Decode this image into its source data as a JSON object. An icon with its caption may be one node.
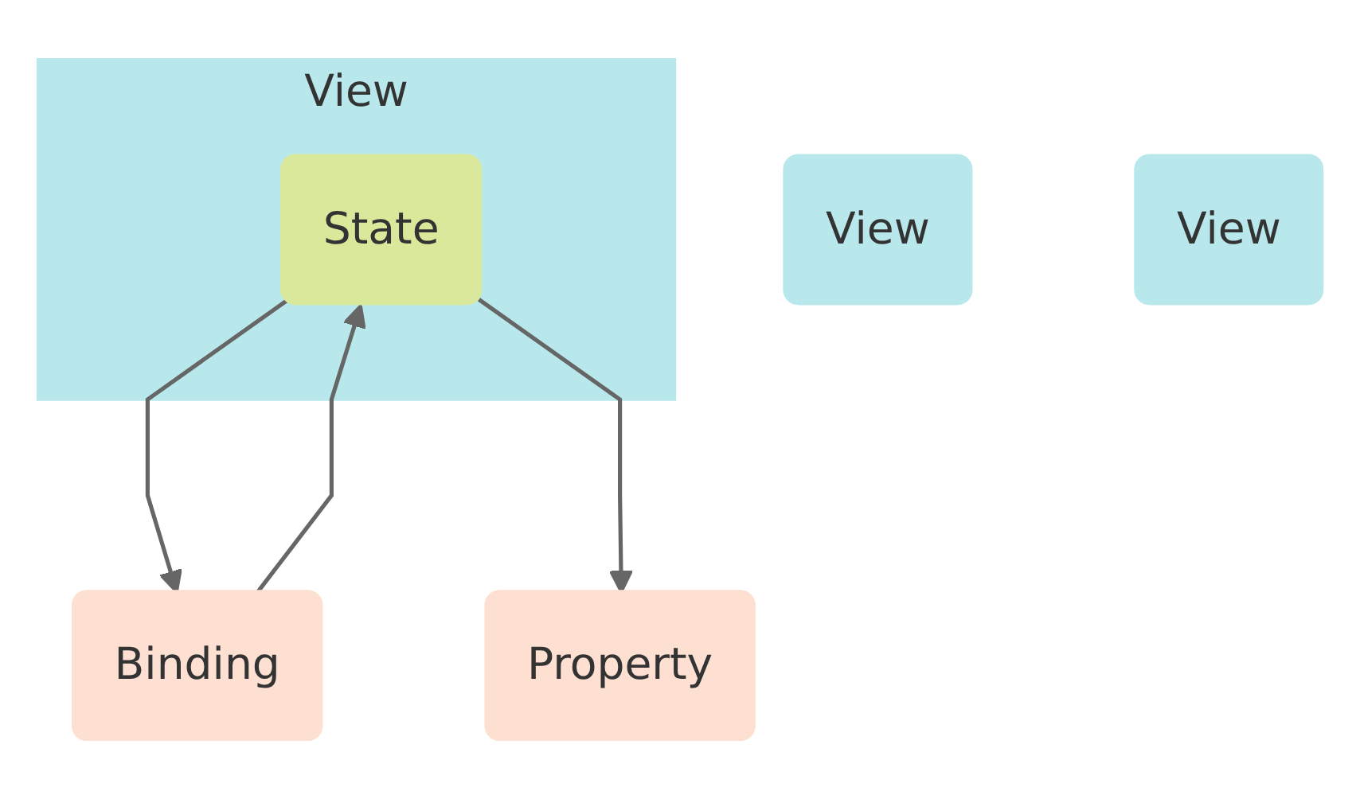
{
  "diagram": {
    "nodes": [
      {
        "text": [
          "View"
        ]
      },
      {
        "text": [
          "State"
        ],
        "in": 0
      },
      {
        "text": [
          "Binding"
        ]
      },
      {
        "text": [
          "View"
        ]
      },
      {
        "text": [
          "Property"
        ]
      },
      {
        "text": [
          "View"
        ]
      }
    ],
    "edges": [
      {
        "from": 2,
        "to": 1,
        "arrow": "to"
      },
      {
        "from": 1,
        "to": 2,
        "arrow": "to"
      },
      {
        "from": 1,
        "to": 4,
        "arrow": "to"
      }
    ]
  }
}
